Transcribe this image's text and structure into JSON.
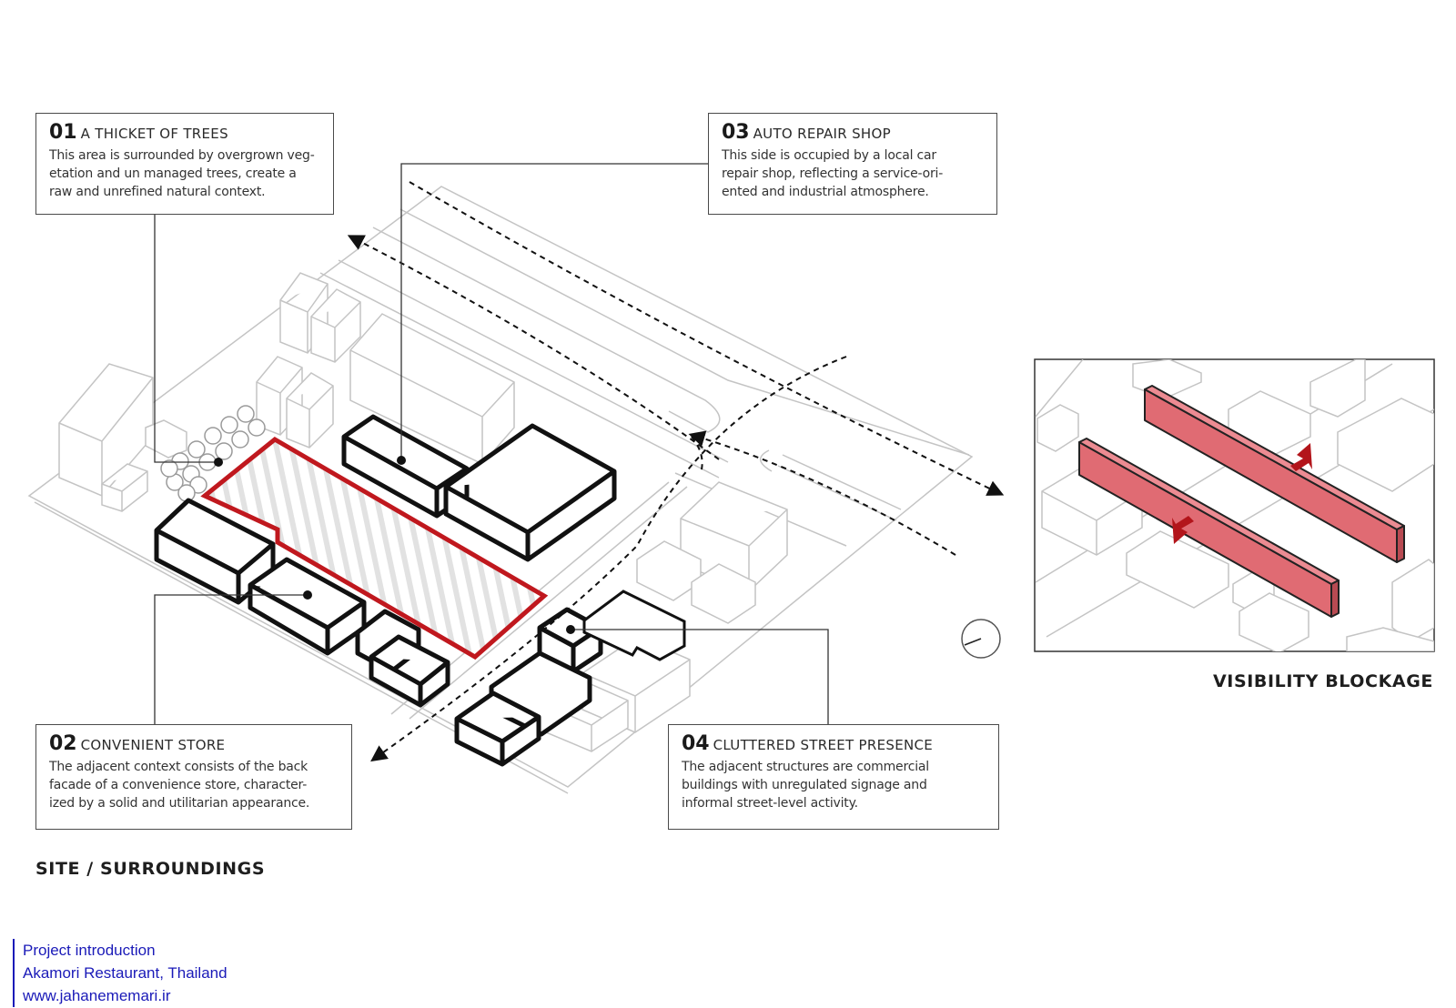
{
  "callouts": [
    {
      "num": "01",
      "title": "A THICKET OF TREES",
      "lines": [
        "This area is surrounded by overgrown veg-",
        "etation and un managed trees, create a",
        "raw and unrefined natural context."
      ]
    },
    {
      "num": "02",
      "title": "CONVENIENT STORE",
      "lines": [
        "The adjacent context consists of the back",
        "facade of a convenience store, character-",
        "ized by a solid and utilitarian appearance."
      ]
    },
    {
      "num": "03",
      "title": "AUTO REPAIR SHOP",
      "lines": [
        "This side is occupied by a local car",
        "repair shop, reflecting a service-ori-",
        "ented and industrial atmosphere."
      ]
    },
    {
      "num": "04",
      "title": "CLUTTERED STREET PRESENCE",
      "lines": [
        "The adjacent structures are commercial",
        "buildings with unregulated signage and",
        "informal street-level activity."
      ]
    }
  ],
  "site_heading": "SITE / SURROUNDINGS",
  "inset_heading": "VISIBILITY BLOCKAGE",
  "credits": [
    "Project introduction",
    "Akamori Restaurant, Thailand",
    "www.jahanememari.ir"
  ],
  "colors": {
    "site_outline": "#c0181e",
    "wall_fill": "#e06b73",
    "arrow": "#b3151b",
    "ink": "#111111",
    "context": "#c4c4c4"
  }
}
